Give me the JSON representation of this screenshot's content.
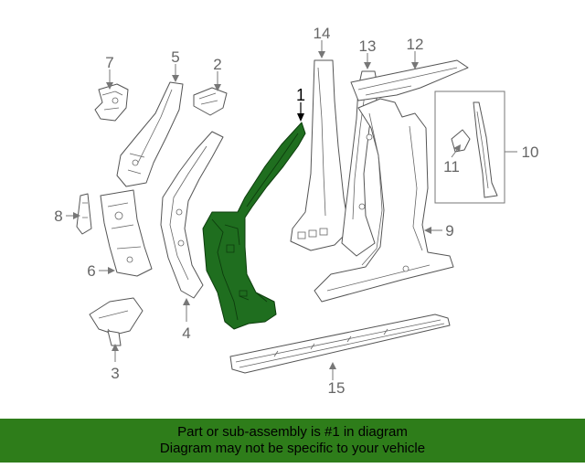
{
  "diagram": {
    "callouts": {
      "c1": "1",
      "c2": "2",
      "c3": "3",
      "c4": "4",
      "c5": "5",
      "c6": "6",
      "c7": "7",
      "c8": "8",
      "c9": "9",
      "c10": "10",
      "c11": "11",
      "c12": "12",
      "c13": "13",
      "c14": "14",
      "c15": "15"
    },
    "highlight_color": "#1f6e1f"
  },
  "banner": {
    "line1": "Part or sub-assembly is #1 in diagram",
    "line2": "Diagram may not be specific to your vehicle",
    "background": "#2e7d1a"
  }
}
